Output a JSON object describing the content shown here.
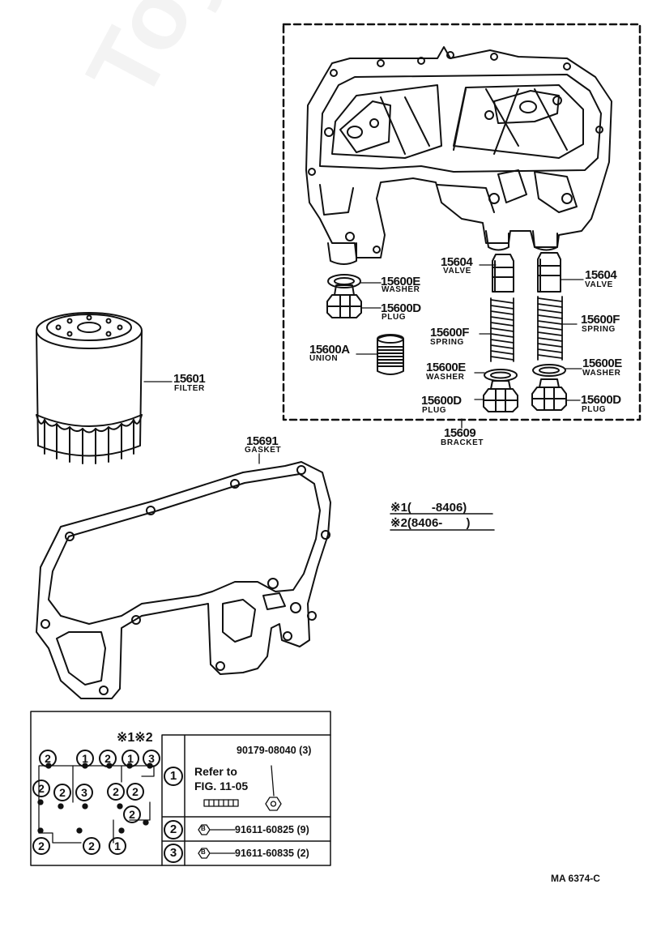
{
  "parts": {
    "washer_e_left": {
      "number": "15600E",
      "name": "WASHER"
    },
    "plug_d_left": {
      "number": "15600D",
      "name": "PLUG"
    },
    "union": {
      "number": "15600A",
      "name": "UNION"
    },
    "spring_left": {
      "number": "15600F",
      "name": "SPRING"
    },
    "washer_e_mid": {
      "number": "15600E",
      "name": "WASHER"
    },
    "plug_d_mid": {
      "number": "15600D",
      "name": "PLUG"
    },
    "valve_left": {
      "number": "15604",
      "name": "VALVE"
    },
    "valve_right": {
      "number": "15604",
      "name": "VALVE"
    },
    "spring_right": {
      "number": "15600F",
      "name": "SPRING"
    },
    "washer_e_right": {
      "number": "15600E",
      "name": "WASHER"
    },
    "plug_d_right": {
      "number": "15600D",
      "name": "PLUG"
    },
    "bracket": {
      "number": "15609",
      "name": "BRACKET"
    },
    "filter": {
      "number": "15601",
      "name": "FILTER"
    },
    "gasket": {
      "number": "15691",
      "name": "GASKET"
    }
  },
  "key": {
    "line1_mark": "※1",
    "line1_text": "(      -8406)",
    "line2_mark": "※2",
    "line2_text": "(8406-       )"
  },
  "bolt_table": {
    "header": "※1※2",
    "rows": [
      {
        "circle": "1",
        "refer_line1": "Refer to",
        "refer_line2": "FIG. 11-05",
        "part": "90179-08040 (3)"
      },
      {
        "circle": "2",
        "bolt_mark": "B",
        "part": "91611-60825 (9)"
      },
      {
        "circle": "3",
        "bolt_mark": "B",
        "part": "91611-60835 (2)"
      }
    ],
    "grid_circles": [
      "2",
      "1",
      "2",
      "1",
      "3",
      "2",
      "2",
      "3",
      "2",
      "2",
      "2",
      "2",
      "2",
      "1"
    ]
  },
  "figure_code": "MA 6374-C",
  "watermark": "ToyotaCarMirror"
}
